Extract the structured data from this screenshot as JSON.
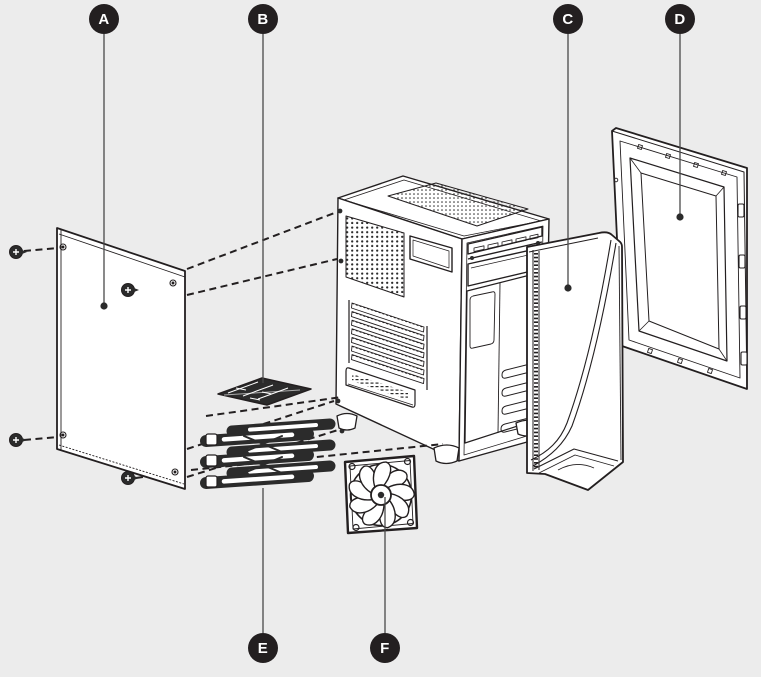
{
  "diagram": {
    "name": "pc-case-exploded-view",
    "background_color": "#ECECEC",
    "line_color": "#231F20",
    "callout_style": {
      "fill": "#231F20",
      "text_color": "#FFFFFF"
    },
    "callouts": [
      {
        "letter": "A",
        "part": "side-panel-solid"
      },
      {
        "letter": "B",
        "part": "mounting-plate"
      },
      {
        "letter": "C",
        "part": "front-bezel"
      },
      {
        "letter": "D",
        "part": "side-panel-framed"
      },
      {
        "letter": "E",
        "part": "drive-rails"
      },
      {
        "letter": "F",
        "part": "case-fan"
      }
    ]
  }
}
